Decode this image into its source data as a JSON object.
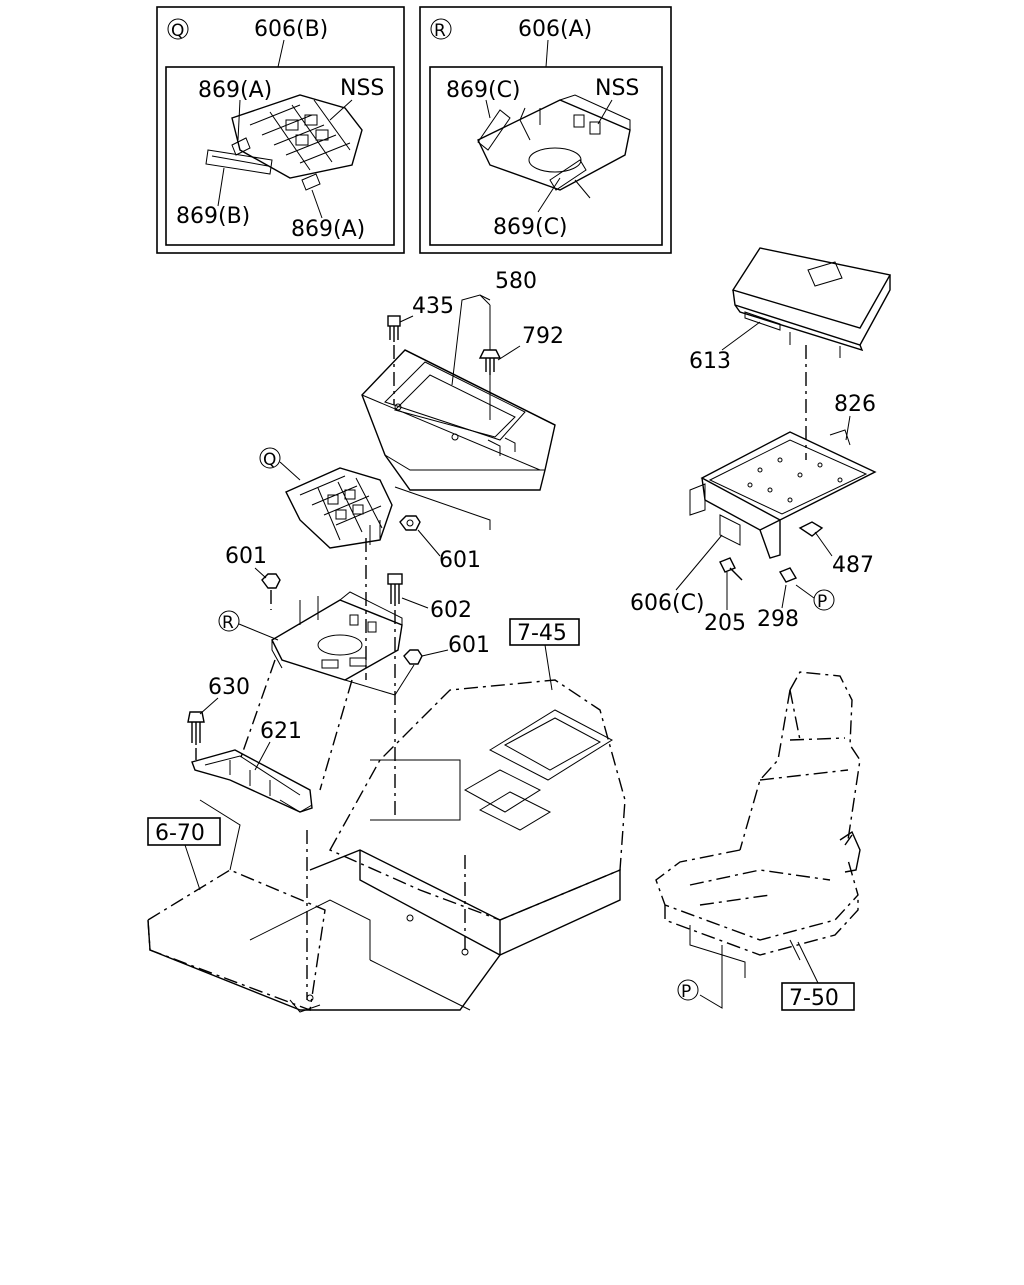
{
  "inset_q": {
    "marker": "Q",
    "ref": "606(B)",
    "labels": [
      "869(A)",
      "NSS",
      "869(B)",
      "869(A)"
    ]
  },
  "inset_r": {
    "marker": "R",
    "ref": "606(A)",
    "labels": [
      "869(C)",
      "NSS",
      "869(C)"
    ]
  },
  "parts": {
    "p580": "580",
    "p435": "435",
    "p792": "792",
    "p613": "613",
    "p826": "826",
    "p487": "487",
    "p606c": "606(C)",
    "p205": "205",
    "p298": "298",
    "p601a": "601",
    "p601b": "601",
    "p601c": "601",
    "p602": "602",
    "p630": "630",
    "p621": "621"
  },
  "refs": {
    "r745": "7-45",
    "r670": "6-70",
    "r750": "7-50"
  },
  "markers": {
    "q": "Q",
    "r": "R",
    "p1": "P",
    "p2": "P"
  }
}
